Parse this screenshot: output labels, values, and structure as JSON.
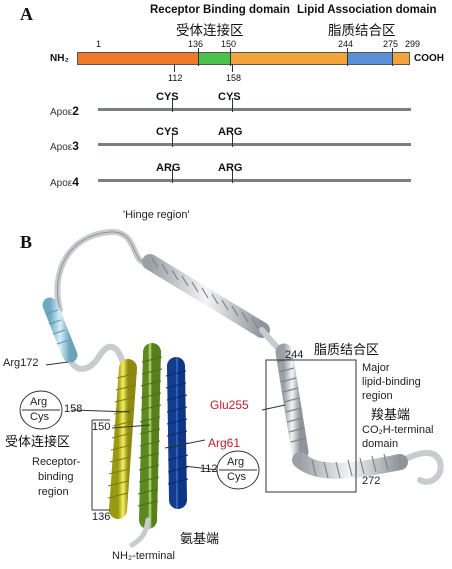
{
  "panel_a": {
    "label": "A",
    "receptor_binding": {
      "title": "Receptor Binding domain",
      "title_cn": "受体连接区"
    },
    "lipid_association": {
      "title": "Lipid Association domain",
      "title_cn": "脂质结合区"
    },
    "n_terminus": "NH₂",
    "c_terminus": "COOH",
    "positions_top": [
      "1",
      "136",
      "150",
      "244",
      "275",
      "299"
    ],
    "positions_bottom": [
      "112",
      "158"
    ],
    "segment_colors": {
      "n_region": "#f07a2a",
      "receptor": "#4cc14c",
      "middle": "#f2a43a",
      "lipid": "#5b8fd6",
      "tail": "#f2a43a"
    },
    "isoforms": [
      {
        "prefix": "Apoε",
        "number": "2",
        "res112": "CYS",
        "res158": "CYS"
      },
      {
        "prefix": "Apoε",
        "number": "3",
        "res112": "CYS",
        "res158": "ARG"
      },
      {
        "prefix": "Apoε",
        "number": "4",
        "res112": "ARG",
        "res158": "ARG"
      }
    ]
  },
  "panel_b": {
    "label": "B",
    "hinge": "'Hinge region'",
    "arg172": "Arg172",
    "lipid_cn": "脂质结合区",
    "n244": "244",
    "major_line1": "Major",
    "major_line2": "lipid-binding",
    "major_line3": "region",
    "glu255": "Glu255",
    "carboxyl_cn": "羧基端",
    "co2h_line1": "CO₂H-terminal",
    "co2h_line2": "domain",
    "n272": "272",
    "arg61": "Arg61",
    "circle_left": {
      "top": "Arg",
      "bottom": "Cys"
    },
    "circle_right": {
      "top": "Arg",
      "bottom": "Cys"
    },
    "n158": "158",
    "n150": "150",
    "n112": "112",
    "n136": "136",
    "receptor_cn": "受体连接区",
    "receptor_line1": "Receptor-",
    "receptor_line2": "binding",
    "receptor_line3": "region",
    "amino_cn": "氨基端",
    "nh2_terminal": "NH₂-terminal"
  }
}
